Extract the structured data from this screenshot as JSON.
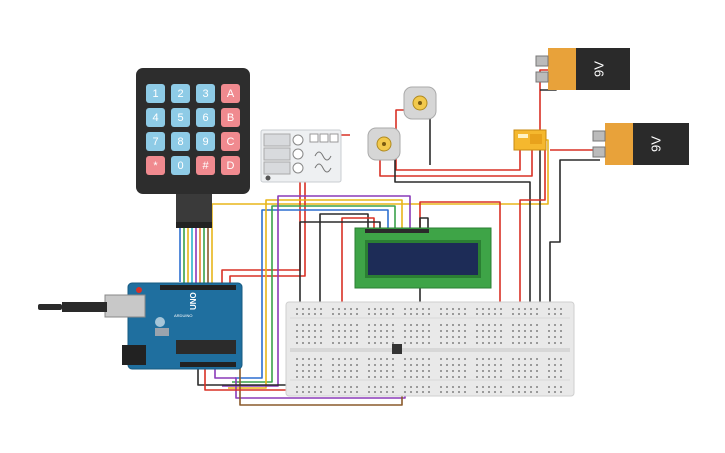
{
  "keypad": {
    "keys": [
      [
        "1",
        "2",
        "3",
        "A"
      ],
      [
        "4",
        "5",
        "6",
        "B"
      ],
      [
        "7",
        "8",
        "9",
        "C"
      ],
      [
        "*",
        "0",
        "#",
        "D"
      ]
    ],
    "colors": {
      "digit": "#8ecbe6",
      "letter": "#f08a8f",
      "body": "#2d2d2d"
    }
  },
  "arduino": {
    "brand": "UNO",
    "subbrand": "ARDUINO",
    "board_color": "#1f6f9f"
  },
  "lcd": {
    "screen_color": "#1d2c57",
    "bezel_color": "#3ea447"
  },
  "battery_1": {
    "label": "9V"
  },
  "battery_2": {
    "label": "9V"
  },
  "wire_colors": {
    "red": "#d93025",
    "black": "#2b2b2b",
    "yellow": "#e8b61a",
    "green": "#3aa24a",
    "blue": "#2d6fd0",
    "purple": "#8a3ab9",
    "orange": "#e8842a",
    "brown": "#8a5a2b",
    "cyan": "#2ab5c9"
  }
}
